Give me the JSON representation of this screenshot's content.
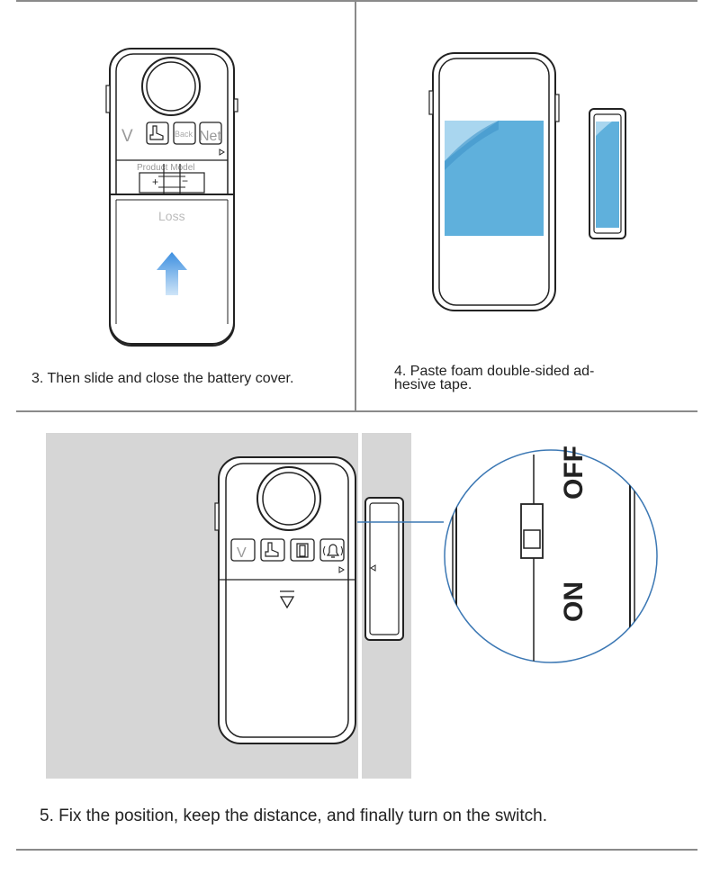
{
  "steps": {
    "step3": {
      "caption": "3. Then slide and close the battery cover."
    },
    "step4": {
      "caption_line1": "4. Paste foam double-sided ad-",
      "caption_line2": "hesive tape."
    },
    "step5": {
      "caption": "5. Fix the position, keep the distance, and finally turn on the switch."
    }
  },
  "device_top": {
    "button_labels": [
      "V",
      "Back",
      "Net"
    ],
    "model_label": "Product Model",
    "battery_plus": "+",
    "battery_minus": "−",
    "cover_label": "Loss"
  },
  "switch_labels": {
    "on": "ON",
    "off": "OFF"
  },
  "colors": {
    "line": "#8a8a8a",
    "outline": "#222222",
    "tape_blue": "#5fb0dc",
    "tape_light": "#a9d6ef",
    "arrow_blue": "#3d8fe0",
    "wall_gray": "#d6d6d6",
    "zoom_circle": "#3c78b4"
  },
  "icons": [
    "arrow-up-icon",
    "shoe-icon",
    "door-icon",
    "bell-icon",
    "triangle-down-icon",
    "triangle-right-icon",
    "triangle-left-icon"
  ]
}
